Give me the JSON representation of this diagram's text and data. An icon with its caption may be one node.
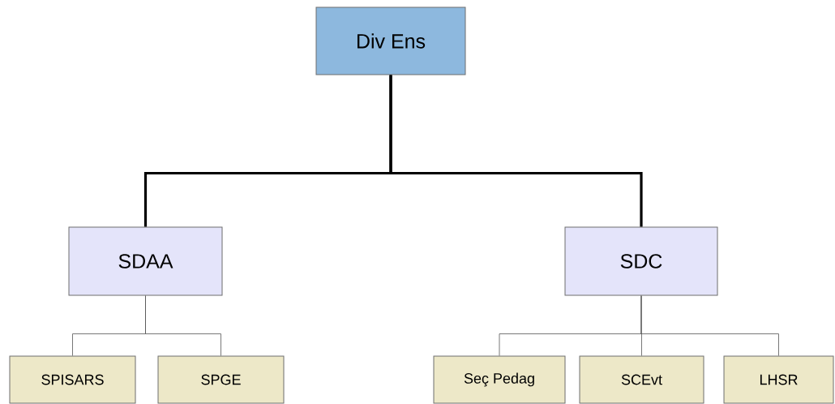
{
  "diagram": {
    "nodes": [
      {
        "text": [
          "Div Ens"
        ]
      },
      {
        "text": [
          "SDAA"
        ]
      },
      {
        "text": [
          "SDC"
        ]
      },
      {
        "text": [
          "SPISARS"
        ]
      },
      {
        "text": [
          "SPGE"
        ]
      },
      {
        "text": [
          "Seç Pedag"
        ]
      },
      {
        "text": [
          "SCEvt"
        ]
      },
      {
        "text": [
          "LHSR"
        ]
      }
    ],
    "edges": [
      {
        "from": 0,
        "to": 1,
        "arrow": "none",
        "style": "thick"
      },
      {
        "from": 0,
        "to": 2,
        "arrow": "none",
        "style": "thick"
      },
      {
        "from": 1,
        "to": 3,
        "arrow": "none"
      },
      {
        "from": 1,
        "to": 4,
        "arrow": "none"
      },
      {
        "from": 2,
        "to": 5,
        "arrow": "none"
      },
      {
        "from": 2,
        "to": 6,
        "arrow": "none"
      },
      {
        "from": 2,
        "to": 7,
        "arrow": "none"
      }
    ]
  }
}
